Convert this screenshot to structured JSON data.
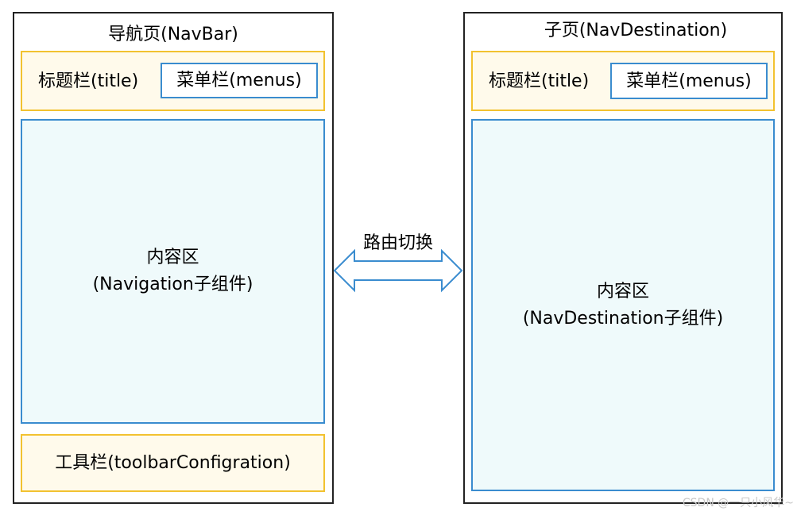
{
  "navbar": {
    "page_title": "导航页(NavBar)",
    "title_bar": "标题栏(title)",
    "menu_bar": "菜单栏(menus)",
    "content_line1": "内容区",
    "content_line2": "(Navigation子组件)",
    "toolbar": "工具栏(toolbarConfigration)"
  },
  "navdest": {
    "page_title": "子页(NavDestination)",
    "title_bar": "标题栏(title)",
    "menu_bar": "菜单栏(menus)",
    "content_line1": "内容区",
    "content_line2": "(NavDestination子组件)"
  },
  "arrow": {
    "label": "路由切换"
  },
  "watermark": "CSDN @一只小风华~",
  "colors": {
    "page_border": "#222222",
    "yellow_border": "#f2c230",
    "yellow_fill": "#fffaeb",
    "blue_border": "#3a8ccf",
    "blue_fill": "#effafb"
  }
}
